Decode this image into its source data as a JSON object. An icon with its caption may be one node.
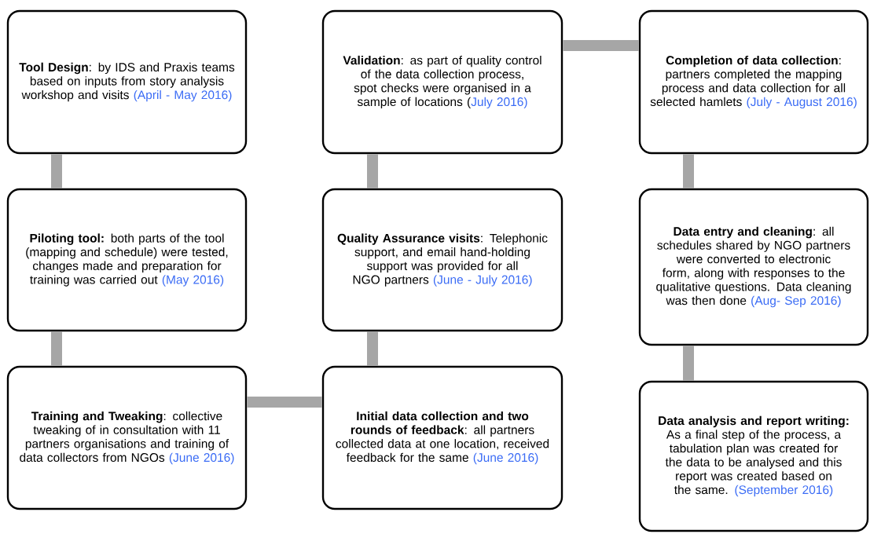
{
  "diagram": {
    "nodes": [
      {
        "text": [
          "**Tool Design**: by IDS and Praxis teams based on inputs from story analysis workshop and visits",
          "(April - May 2016)"
        ]
      },
      {
        "text": [
          "**Piloting tool:** both parts of the tool (mapping and schedule) were tested, changes made and preparation for training was carried out",
          "(May 2016)"
        ]
      },
      {
        "text": [
          "**Training and Tweaking**: collective tweaking of in consultation with 11 partners organisations and training of data collectors from NGOs",
          "(June 2016)"
        ]
      },
      {
        "text": [
          "**Initial data collection and two rounds of feedback**: all partners collected data at one location, received feedback for the same",
          "(June 2016)"
        ]
      },
      {
        "text": [
          "**Quality Assurance visits**: Telephonic support, and email hand-holding support was provided for all NGO partners",
          "(June - July 2016)"
        ]
      },
      {
        "text": [
          "**Validation**: as part of quality control of the data collection process, spot checks were organised in a sample of locations (",
          "July 2016)"
        ]
      },
      {
        "text": [
          "**Completion of data collection**: partners completed the mapping process and data collection for all selected hamlets",
          "(July - August 2016)"
        ]
      },
      {
        "text": [
          "**Data entry and cleaning**: all schedules shared by NGO partners were converted to electronic form, along with responses to the qualitative questions. Data cleaning was then done",
          "(Aug- Sep 2016)"
        ]
      },
      {
        "text": [
          "**Data analysis and report writing:** As a final step of the process, a tabulation plan was created for the data to be analysed and this report was created based on the same.",
          "(September  2016)"
        ]
      }
    ],
    "edges": [
      {
        "from": 0,
        "to": 1,
        "arrow": "none"
      },
      {
        "from": 1,
        "to": 2,
        "arrow": "none"
      },
      {
        "from": 2,
        "to": 3,
        "arrow": "none"
      },
      {
        "from": 3,
        "to": 4,
        "arrow": "none"
      },
      {
        "from": 4,
        "to": 5,
        "arrow": "none"
      },
      {
        "from": 5,
        "to": 6,
        "arrow": "none"
      },
      {
        "from": 6,
        "to": 7,
        "arrow": "none"
      },
      {
        "from": 7,
        "to": 8,
        "arrow": "none"
      }
    ]
  }
}
